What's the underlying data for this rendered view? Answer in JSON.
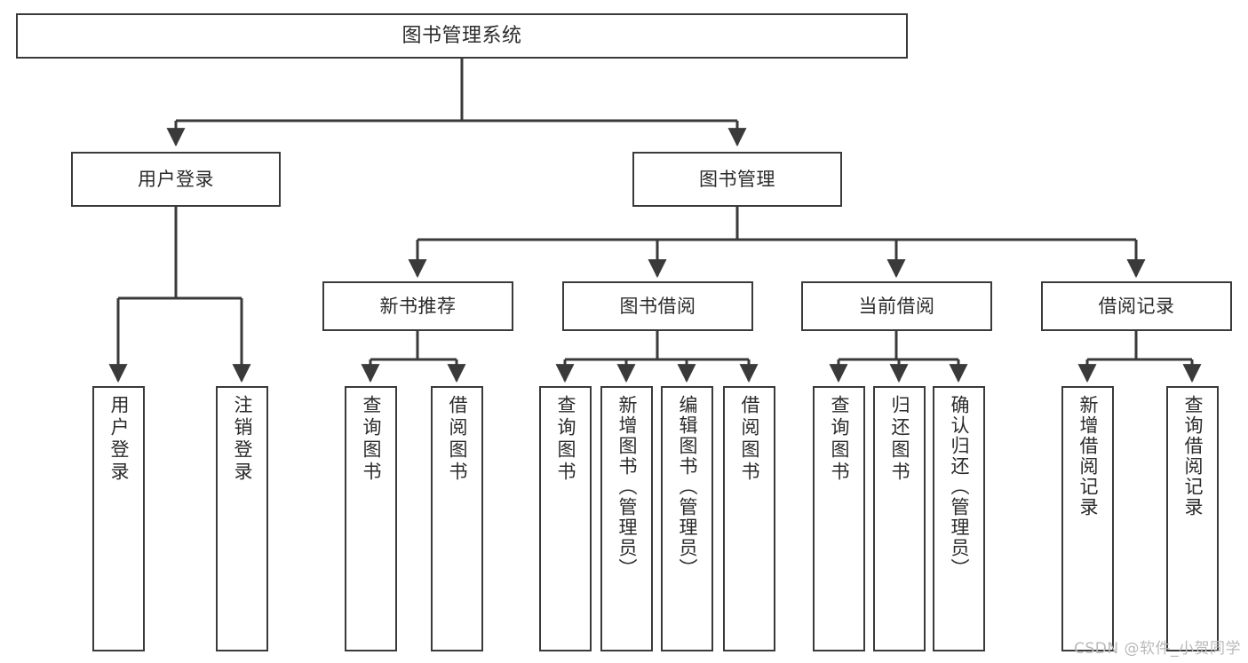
{
  "diagram": {
    "type": "tree",
    "title": "图书管理系统",
    "line_color": "#3a3a3a",
    "box_fill": "#ffffff",
    "text_color": "#2b2b2b",
    "watermark": "CSDN @软件_小贺同学",
    "levels": {
      "root": {
        "label": "图书管理系统"
      },
      "level2": [
        {
          "label": "用户登录"
        },
        {
          "label": "图书管理"
        }
      ],
      "level3": [
        {
          "label": "新书推荐"
        },
        {
          "label": "图书借阅"
        },
        {
          "label": "当前借阅"
        },
        {
          "label": "借阅记录"
        }
      ],
      "leaves": {
        "user_login": [
          {
            "label": "用户登录"
          },
          {
            "label": "注销登录"
          }
        ],
        "new_book": [
          {
            "label": "查询图书"
          },
          {
            "label": "借阅图书"
          }
        ],
        "borrow": [
          {
            "label": "查询图书"
          },
          {
            "label": "新增图书（管理员）"
          },
          {
            "label": "编辑图书（管理员）"
          },
          {
            "label": "借阅图书"
          }
        ],
        "current": [
          {
            "label": "查询图书"
          },
          {
            "label": "归还图书"
          },
          {
            "label": "确认归还（管理员）"
          }
        ],
        "records": [
          {
            "label": "新增借阅记录"
          },
          {
            "label": "查询借阅记录"
          }
        ]
      }
    }
  }
}
